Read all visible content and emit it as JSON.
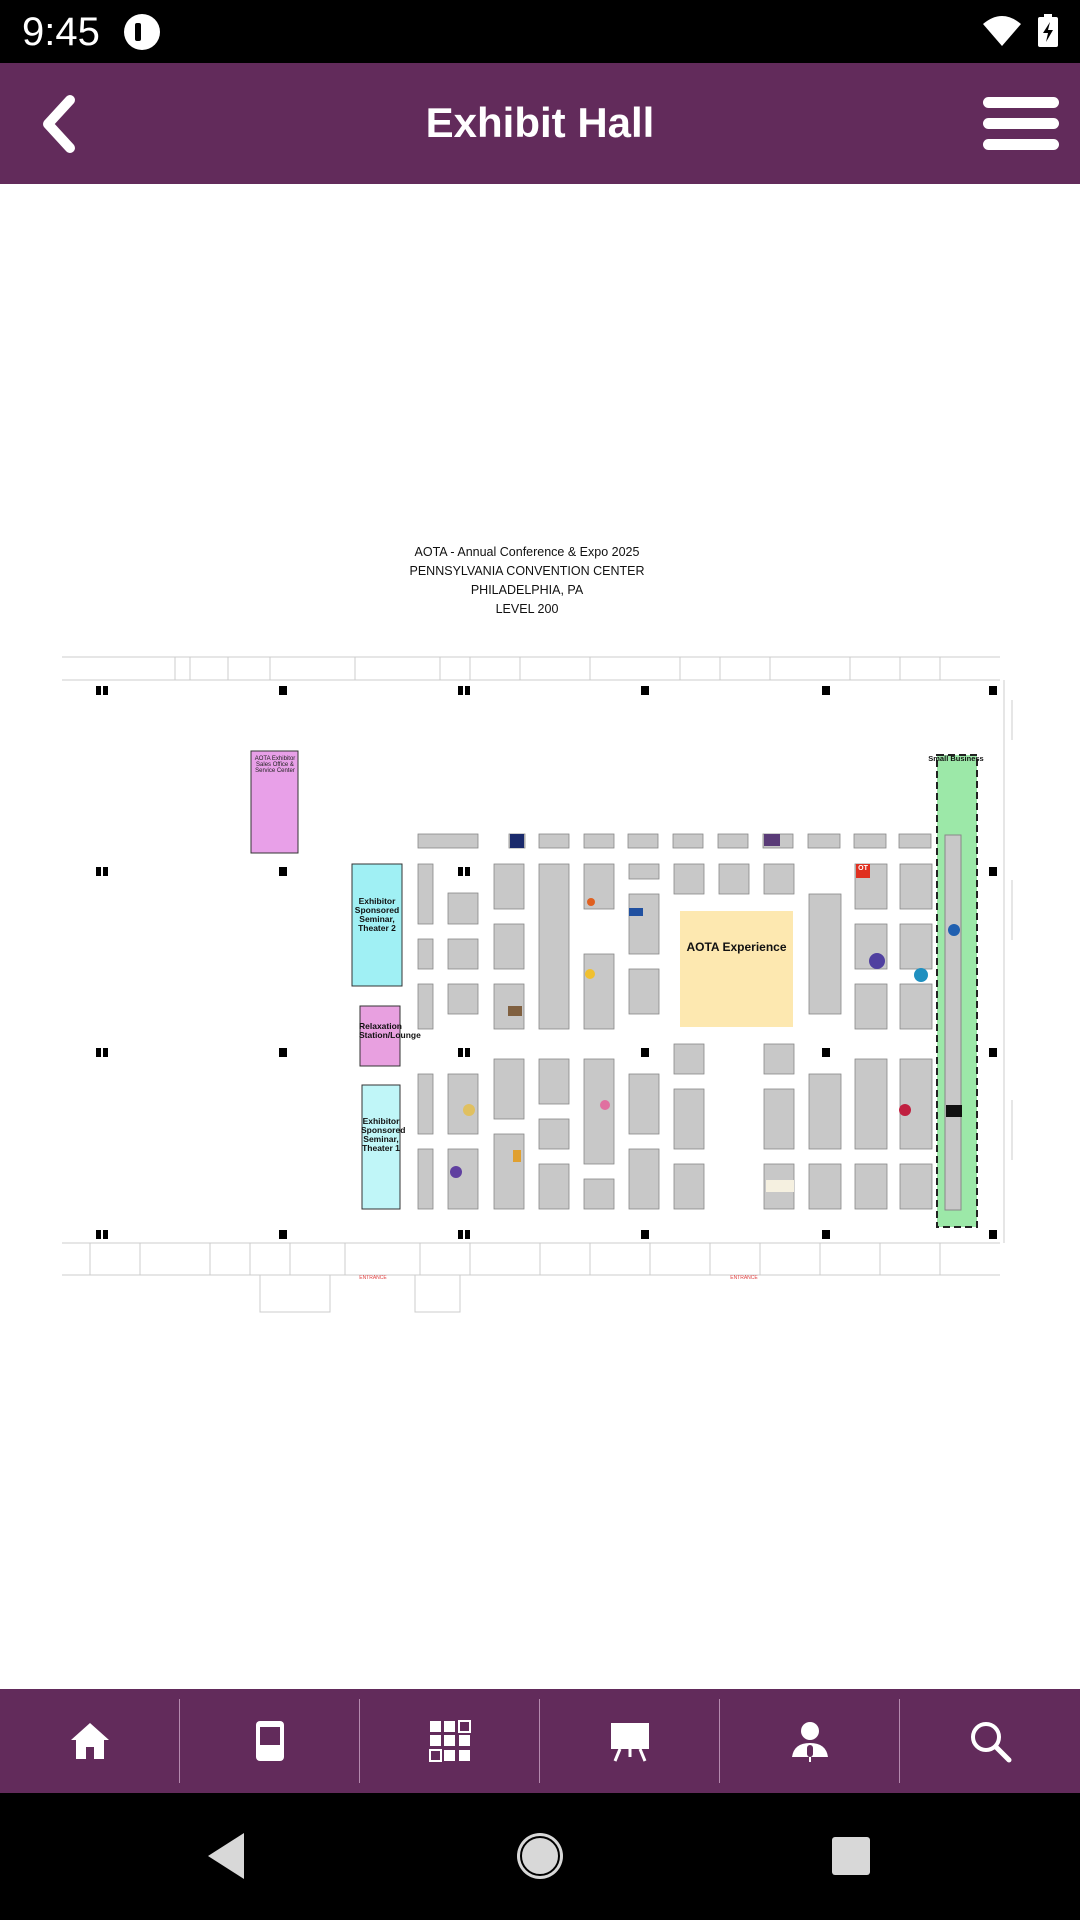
{
  "status_bar": {
    "time": "9:45",
    "icons": [
      "app-logo-icon",
      "wifi-icon",
      "battery-charging-icon"
    ]
  },
  "header": {
    "title": "Exhibit Hall",
    "back_icon": "chevron-left-icon",
    "menu_icon": "hamburger-menu-icon",
    "background": "#622b5b"
  },
  "map": {
    "heading_lines": [
      "AOTA - Annual Conference & Expo 2025",
      "PENNSYLVANIA CONVENTION CENTER",
      "PHILADELPHIA, PA",
      "LEVEL 200"
    ],
    "labels": {
      "exhibitor_office": "AOTA Exhibitor Sales Office & Service Center",
      "theater_2": "Exhibitor Sponsored Seminar, Theater 2",
      "relaxation": "Relaxation Station/Lounge",
      "theater_1": "Exhibitor Sponsored Seminar, Theater 1",
      "aota_experience": "AOTA Experience",
      "small_business": "Small Business",
      "booth_ot": "OT",
      "entrance_1": "ENTRANCE",
      "entrance_2": "ENTRANCE"
    },
    "colors": {
      "booth": "#c8c8c8",
      "office": "#e8a0e8",
      "theater": "#a0f0f4",
      "lounge": "#e8a0e0",
      "experience": "#fde8b0",
      "small_business": "#9ce8a8",
      "entrance_text": "#e04040"
    }
  },
  "bottom_nav": {
    "items": [
      {
        "name": "home",
        "icon": "home-icon"
      },
      {
        "name": "booth",
        "icon": "booth-kiosk-icon"
      },
      {
        "name": "grid",
        "icon": "grid-qr-icon"
      },
      {
        "name": "presentation",
        "icon": "presentation-board-icon"
      },
      {
        "name": "speaker",
        "icon": "speaker-person-icon"
      },
      {
        "name": "search",
        "icon": "search-icon"
      }
    ],
    "background": "#622b5b"
  },
  "system_nav": {
    "icons": [
      "back-triangle-icon",
      "home-circle-icon",
      "recents-square-icon"
    ]
  }
}
